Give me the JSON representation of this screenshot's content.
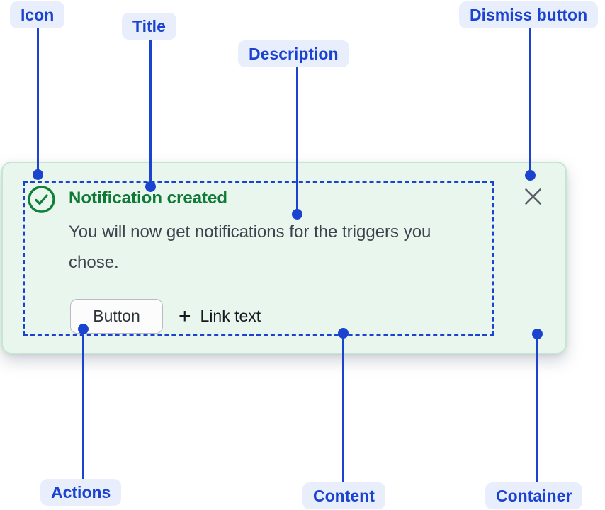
{
  "annotations": {
    "icon": "Icon",
    "title": "Title",
    "description": "Description",
    "dismiss": "Dismiss button",
    "actions": "Actions",
    "content": "Content",
    "container": "Container"
  },
  "notification": {
    "title": "Notification created",
    "description": "You will now get notifications for the triggers you chose.",
    "button_label": "Button",
    "link_plus": "+",
    "link_label": "Link text"
  },
  "icons": {
    "status": "check-circle-icon",
    "dismiss": "close-icon",
    "link_prefix": "plus-icon"
  },
  "colors": {
    "annotation_blue": "#1a43d0",
    "annotation_pill_bg": "#e8eefc",
    "success_green": "#0f7a35",
    "card_bg": "#e9f6ee",
    "card_border": "#c5e7d2",
    "description_text": "#3e424d",
    "dismiss_gray": "#5b5e66"
  }
}
